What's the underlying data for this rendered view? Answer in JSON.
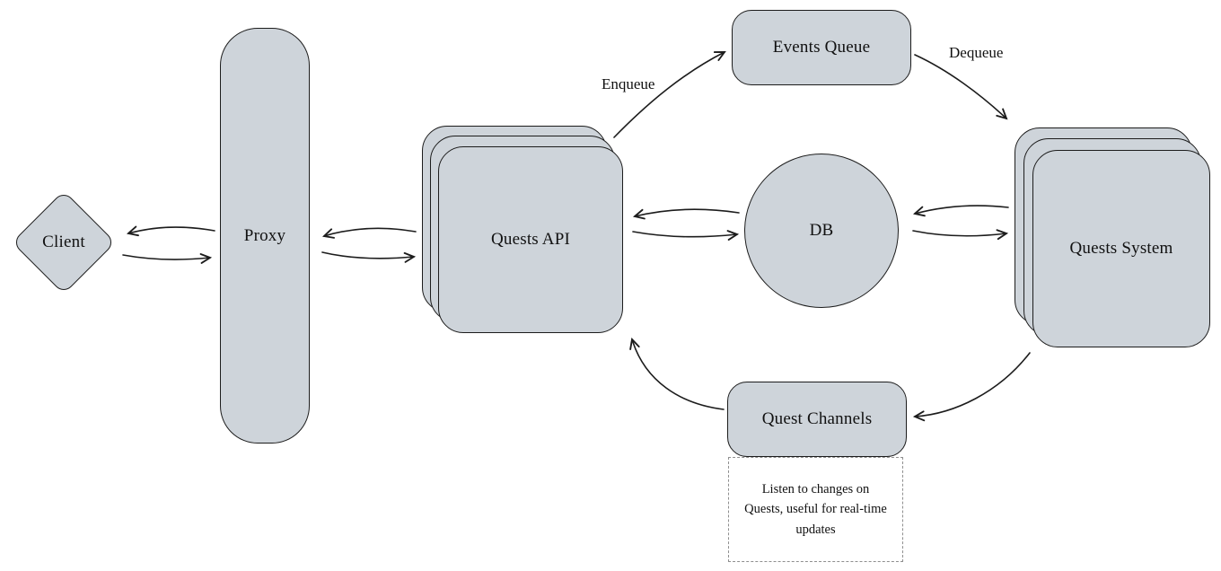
{
  "diagram": {
    "background": "#ffffff",
    "node_fill": "#ced4da",
    "stroke_color": "#1c1c1c",
    "note_border_color": "#8f8f8f",
    "nodes": {
      "client": {
        "label": "Client",
        "shape": "diamond"
      },
      "proxy": {
        "label": "Proxy",
        "shape": "tall-rounded-rect"
      },
      "quests_api": {
        "label": "Quests API",
        "shape": "stacked-rounded-squares"
      },
      "events_queue": {
        "label": "Events Queue",
        "shape": "rounded-rect"
      },
      "db": {
        "label": "DB",
        "shape": "circle"
      },
      "quests_system": {
        "label": "Quests System",
        "shape": "stacked-rounded-squares"
      },
      "quest_channels": {
        "label": "Quest Channels",
        "shape": "rounded-rect"
      },
      "note": {
        "text": "Listen to changes on Quests, useful for real-time updates"
      }
    },
    "edge_labels": {
      "enqueue": "Enqueue",
      "dequeue": "Dequeue"
    },
    "edges": [
      "client <-> proxy (bidirectional arrows)",
      "proxy <-> quests_api (bidirectional arrows)",
      "quests_api <-> db (bidirectional arrows)",
      "db <-> quests_system (bidirectional arrows)",
      "quests_api -> events_queue (Enqueue)",
      "events_queue -> quests_system (Dequeue)",
      "quests_system -> quest_channels",
      "quest_channels -> quests_api"
    ]
  }
}
